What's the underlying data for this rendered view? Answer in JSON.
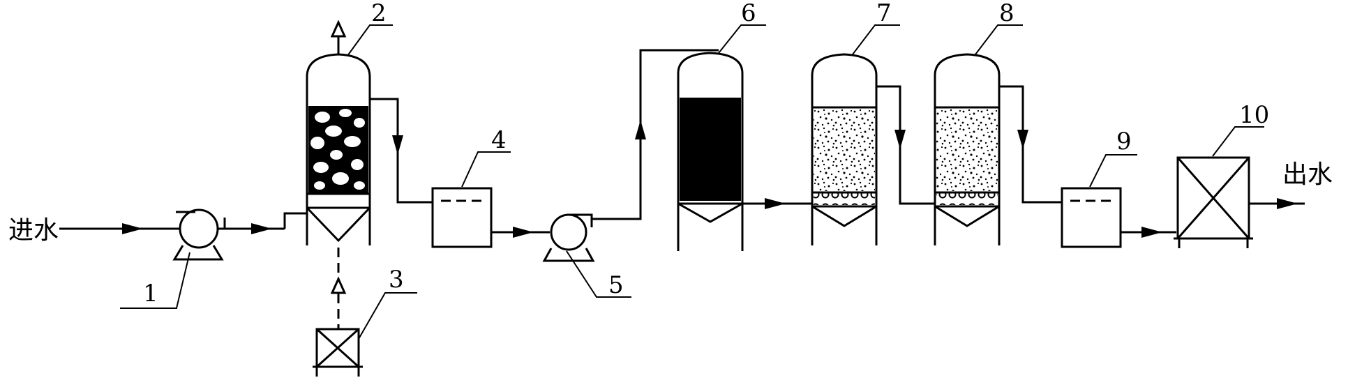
{
  "labels": {
    "inlet": "进水",
    "outlet": "出水"
  },
  "units": [
    "1",
    "2",
    "3",
    "4",
    "5",
    "6",
    "7",
    "8",
    "9",
    "10"
  ]
}
